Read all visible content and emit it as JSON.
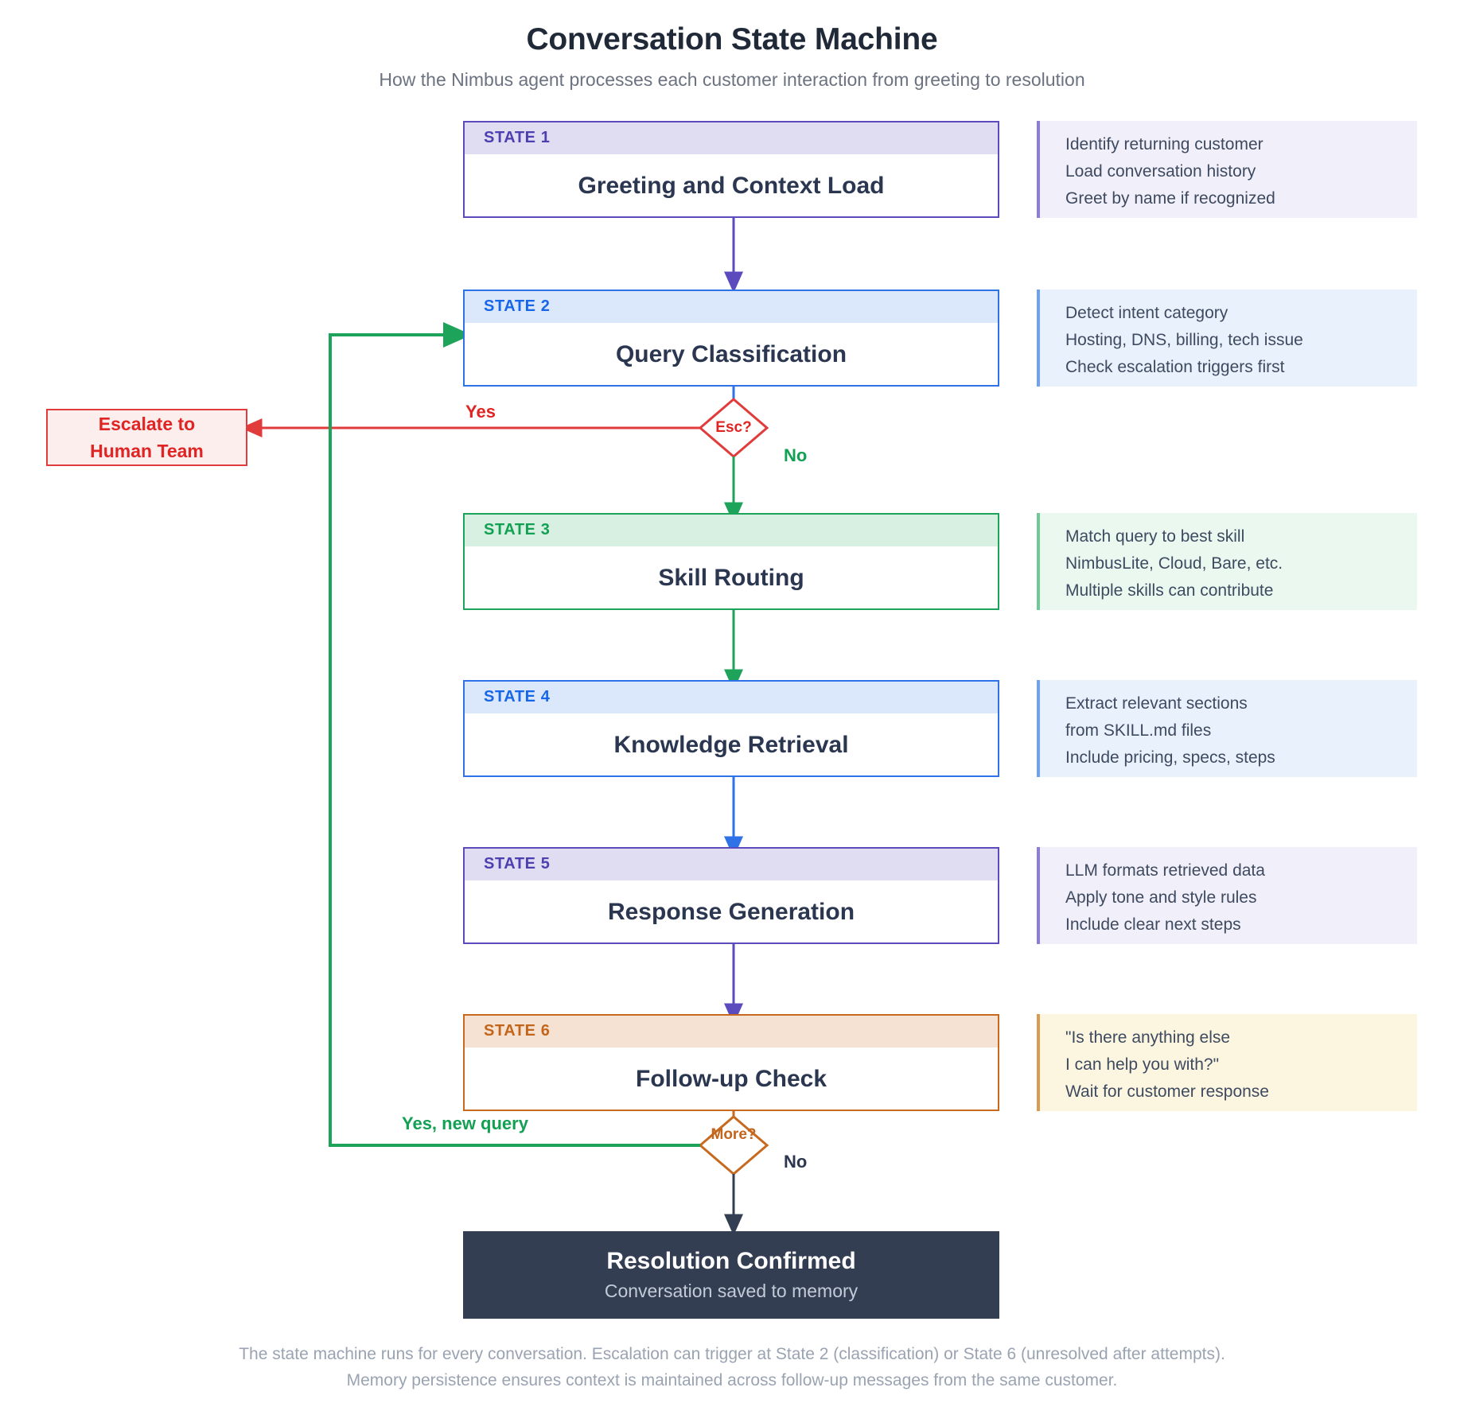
{
  "header": {
    "title": "Conversation State Machine",
    "subtitle": "How the Nimbus agent processes each customer interaction from greeting to resolution"
  },
  "colors": {
    "indigo": "#5b4bbd",
    "blue": "#2f72e8",
    "green": "#1ea35a",
    "orange": "#c76a20",
    "red": "#e23b3b",
    "dark": "#343e52",
    "title": "#1f2937",
    "subtitle": "#6b7280",
    "footer": "#9aa3b2"
  },
  "states": [
    {
      "tag": "STATE 1",
      "title": "Greeting and Context Load",
      "accent": "indigo",
      "notes": [
        "Identify returning customer",
        "Load conversation history",
        "Greet by name if recognized"
      ]
    },
    {
      "tag": "STATE 2",
      "title": "Query Classification",
      "accent": "blue",
      "notes": [
        "Detect intent category",
        "Hosting, DNS, billing, tech issue",
        "Check escalation triggers first"
      ]
    },
    {
      "tag": "STATE 3",
      "title": "Skill Routing",
      "accent": "green",
      "notes": [
        "Match query to best skill",
        "NimbusLite, Cloud, Bare, etc.",
        "Multiple skills can contribute"
      ]
    },
    {
      "tag": "STATE 4",
      "title": "Knowledge Retrieval",
      "accent": "blue",
      "notes": [
        "Extract relevant sections",
        "from SKILL.md files",
        "Include pricing, specs, steps"
      ]
    },
    {
      "tag": "STATE 5",
      "title": "Response Generation",
      "accent": "indigo",
      "notes": [
        "LLM formats retrieved data",
        "Apply tone and style rules",
        "Include clear next steps"
      ]
    },
    {
      "tag": "STATE 6",
      "title": "Follow-up Check",
      "accent": "orange",
      "notes": [
        "\"Is there anything else",
        "I can help you with?\"",
        "Wait for customer response"
      ]
    }
  ],
  "decisions": [
    {
      "id": "escalation-check",
      "label": "Esc?",
      "yes_label": "Yes",
      "no_label": "No"
    },
    {
      "id": "more-check",
      "label": "More?",
      "yes_label": "Yes, new query",
      "no_label": "No"
    }
  ],
  "escalate": {
    "line1": "Escalate to",
    "line2": "Human Team"
  },
  "terminal": {
    "title": "Resolution Confirmed",
    "subtitle": "Conversation saved to memory"
  },
  "footer": {
    "line1": "The state machine runs for every conversation. Escalation can trigger at State 2 (classification) or State 6 (unresolved after attempts).",
    "line2": "Memory persistence ensures context is maintained across follow-up messages from the same customer."
  }
}
